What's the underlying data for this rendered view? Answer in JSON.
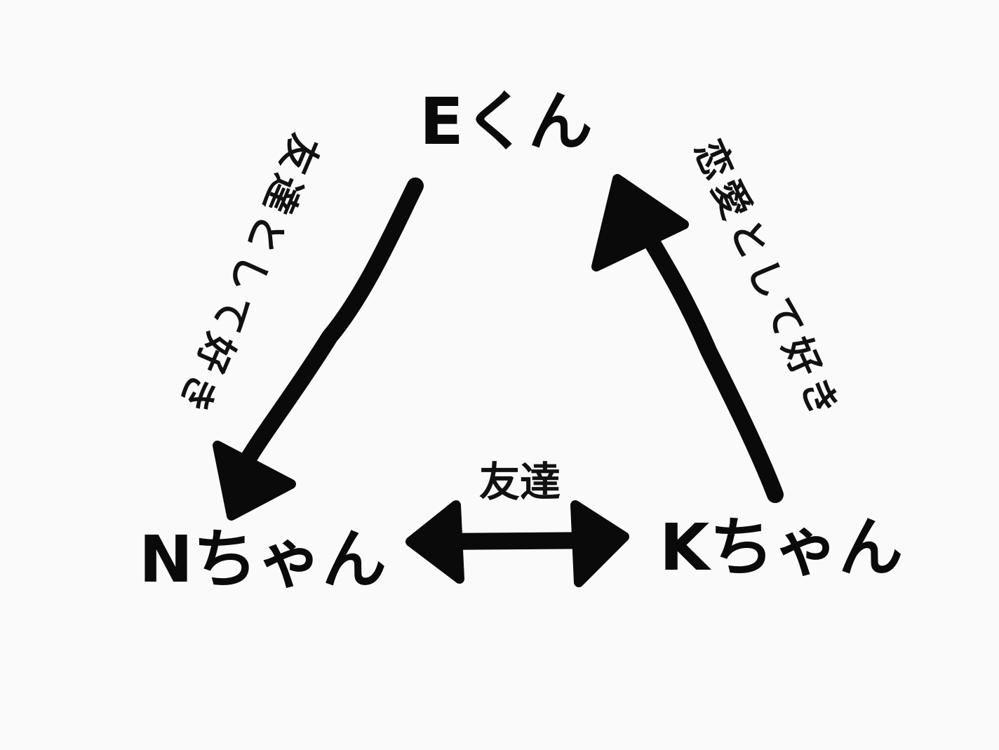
{
  "nodes": {
    "e": "Eくん",
    "n": "Nちゃん",
    "k": "Kちゃん"
  },
  "edges": {
    "e_to_n": "友達として好き",
    "k_to_e": "恋愛として好き",
    "n_k": "友達"
  },
  "colors": {
    "ink": "#0a0a0a",
    "background": "#fbfafa"
  }
}
